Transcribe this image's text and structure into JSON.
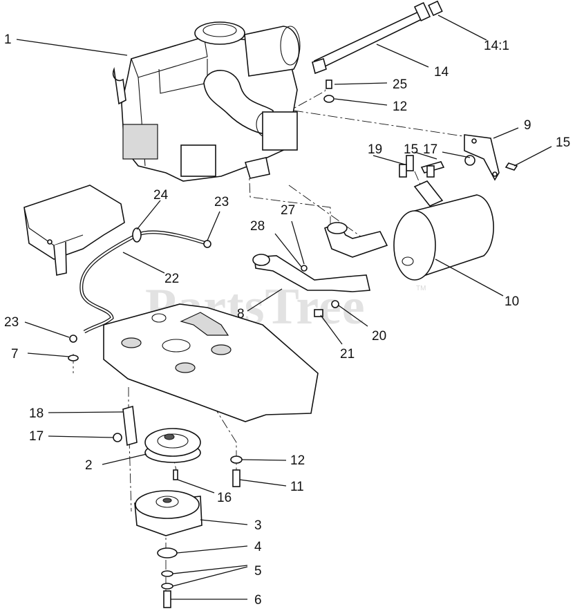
{
  "watermark": {
    "text": "PartsTree",
    "trademark": "TM"
  },
  "callouts": [
    {
      "id": "engine",
      "label": "1"
    },
    {
      "id": "pulley",
      "label": "2"
    },
    {
      "id": "clutch",
      "label": "3"
    },
    {
      "id": "washer-large",
      "label": "4"
    },
    {
      "id": "washers-small",
      "label": "5"
    },
    {
      "id": "bolt-clutch",
      "label": "6"
    },
    {
      "id": "bolt-deck",
      "label": "7"
    },
    {
      "id": "exhaust-pipe",
      "label": "8"
    },
    {
      "id": "bracket-muffler",
      "label": "9"
    },
    {
      "id": "muffler",
      "label": "10"
    },
    {
      "id": "bolt-11",
      "label": "11"
    },
    {
      "id": "washer-12-top",
      "label": "12"
    },
    {
      "id": "washer-12-bottom",
      "label": "12"
    },
    {
      "id": "shaft-14",
      "label": "14"
    },
    {
      "id": "shaft-14-1",
      "label": "14:1"
    },
    {
      "id": "bolt-15-a",
      "label": "15"
    },
    {
      "id": "bolt-15-b",
      "label": "15"
    },
    {
      "id": "key-16",
      "label": "16"
    },
    {
      "id": "nut-17-a",
      "label": "17"
    },
    {
      "id": "nut-17-b",
      "label": "17"
    },
    {
      "id": "bracket-18",
      "label": "18"
    },
    {
      "id": "bolt-19",
      "label": "19"
    },
    {
      "id": "nut-20",
      "label": "20"
    },
    {
      "id": "bolt-21",
      "label": "21"
    },
    {
      "id": "hose-22",
      "label": "22"
    },
    {
      "id": "clamp-23-a",
      "label": "23"
    },
    {
      "id": "clamp-23-b",
      "label": "23"
    },
    {
      "id": "grommet-24",
      "label": "24"
    },
    {
      "id": "screw-25",
      "label": "25"
    },
    {
      "id": "nut-27",
      "label": "27"
    },
    {
      "id": "gasket-28",
      "label": "28"
    }
  ]
}
